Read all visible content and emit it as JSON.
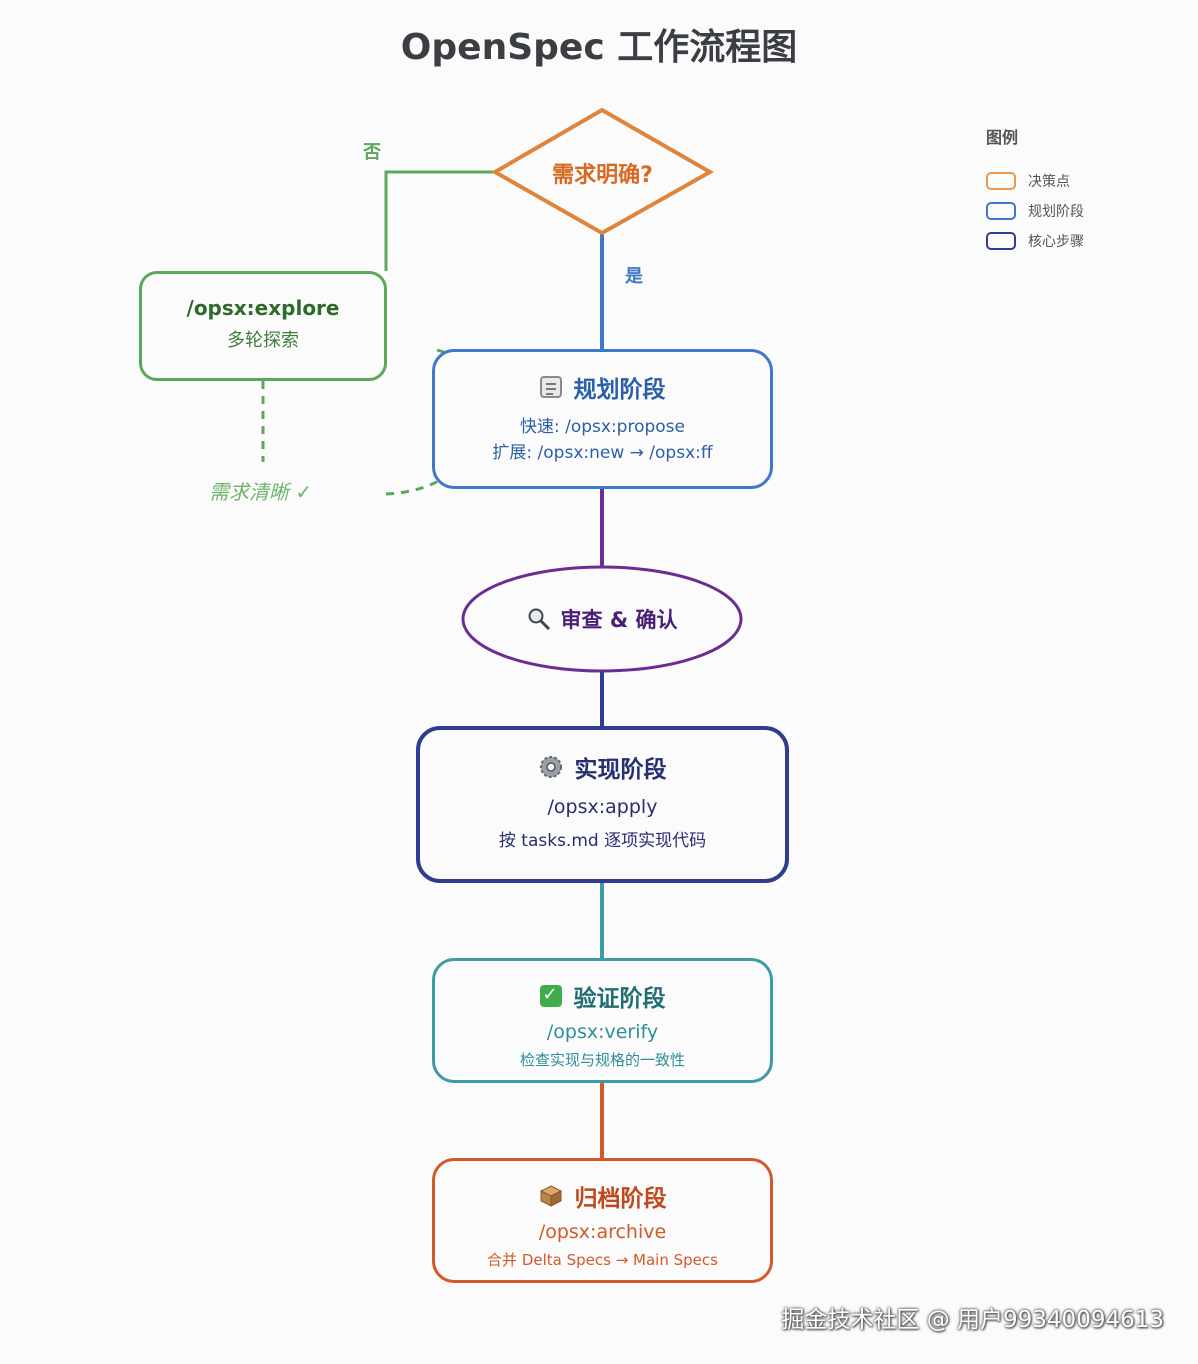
{
  "title": "OpenSpec 工作流程图",
  "decision": {
    "label": "需求明确?",
    "yes_label": "是",
    "no_label": "否"
  },
  "explore": {
    "command": "/opsx:explore",
    "description": "多轮探索",
    "return_label": "需求清晰 ✓"
  },
  "plan": {
    "icon": "clipboard-icon",
    "title": "规划阶段",
    "line1": "快速: /opsx:propose",
    "line2": "扩展: /opsx:new → /opsx:ff"
  },
  "review": {
    "icon": "magnifier-icon",
    "title": "审查 & 确认"
  },
  "implement": {
    "icon": "gear-icon",
    "title": "实现阶段",
    "command": "/opsx:apply",
    "description": "按 tasks.md 逐项实现代码"
  },
  "verify": {
    "icon": "checkmark-icon",
    "title": "验证阶段",
    "command": "/opsx:verify",
    "description": "检查实现与规格的一致性"
  },
  "archive": {
    "icon": "package-icon",
    "title": "归档阶段",
    "command": "/opsx:archive",
    "description": "合并 Delta Specs → Main Specs"
  },
  "legend": {
    "title": "图例",
    "items": [
      {
        "label": "决策点",
        "color": "#e89a4c"
      },
      {
        "label": "规划阶段",
        "color": "#3f78c6"
      },
      {
        "label": "核心步骤",
        "color": "#2f3d8e"
      }
    ]
  },
  "colors": {
    "decision": "#e0843a",
    "explore": "#5ba85a",
    "plan": "#3f78c6",
    "review": "#6b2d91",
    "implement": "#2f3d8e",
    "verify": "#3e9aa5",
    "archive": "#d2592a"
  },
  "watermark": "掘金技术社区 @ 用户99340094613"
}
